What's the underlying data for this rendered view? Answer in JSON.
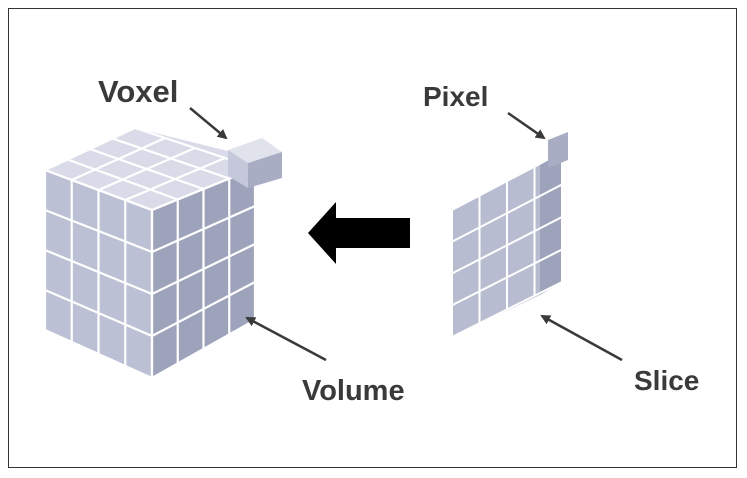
{
  "labels": {
    "voxel": "Voxel",
    "pixel": "Pixel",
    "volume": "Volume",
    "slice": "Slice"
  },
  "colors": {
    "top_face": "#d9dbe8",
    "front_face": "#bcc0d4",
    "side_face": "#9ea3bc",
    "grid_line": "#ffffff",
    "text": "#3a3a3a",
    "arrow": "#000000",
    "frame": "#333333"
  },
  "icons": {
    "conversion_arrow": "left-arrow-icon"
  }
}
